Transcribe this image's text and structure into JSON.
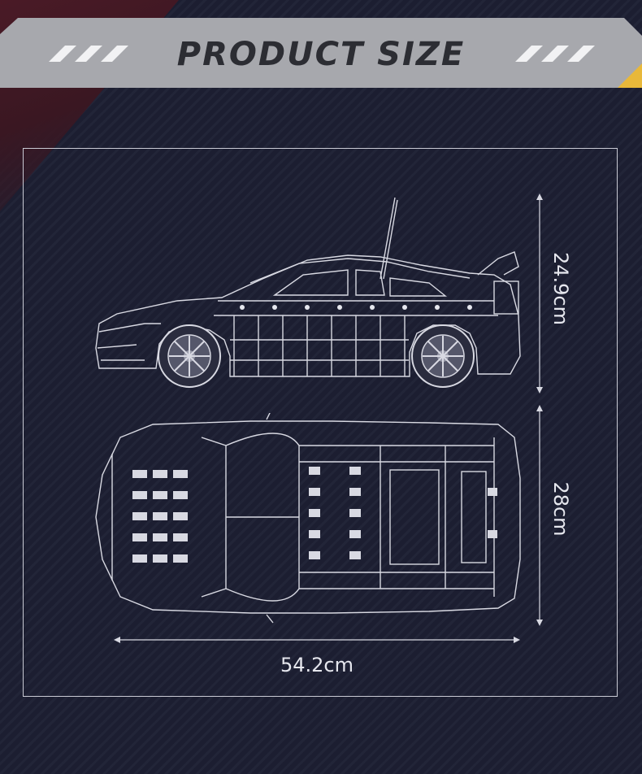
{
  "banner": {
    "title": "PRODUCT SIZE"
  },
  "dimensions": {
    "height": "24.9cm",
    "width": "28cm",
    "length": "54.2cm"
  },
  "colors": {
    "banner": "#a7a8ad",
    "accent": "#e8b83a",
    "line": "#d8d9e2",
    "background": "#1c1e31"
  }
}
